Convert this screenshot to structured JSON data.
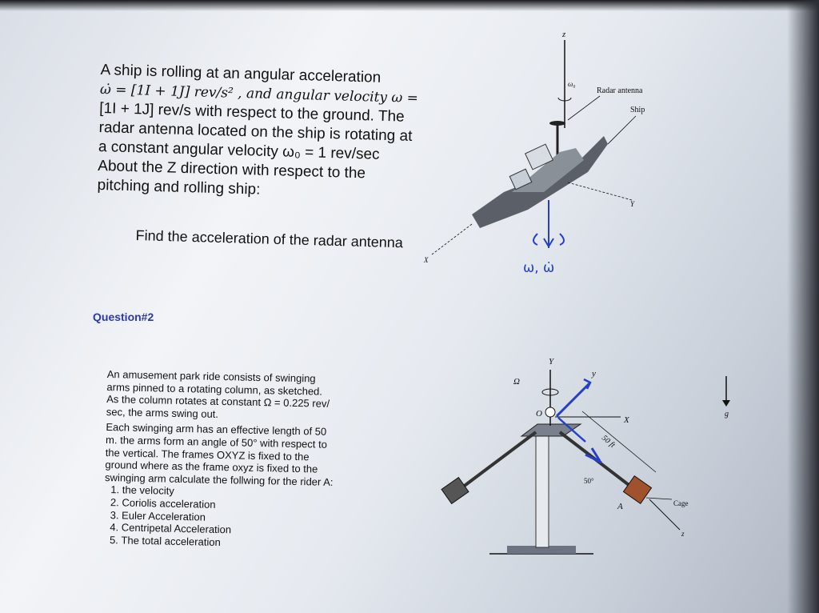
{
  "question1": {
    "lines": [
      "A ship is rolling at an angular acceleration",
      "ω̇ = [1I + 1J] rev/s² , and angular velocity ω =",
      "[1I + 1J] rev/s with respect to the ground. The",
      "radar antenna located on the ship is rotating at",
      "a constant angular velocity ω₀ = 1 rev/sec",
      "About the Z direction with respect to the",
      "pitching and rolling ship:"
    ],
    "find": "Find the acceleration of the radar antenna"
  },
  "figure1": {
    "z_label": "z",
    "y_label": "Y",
    "x_label": "X",
    "omega0_label": "ω₀",
    "radar_label": "Radar antenna",
    "ship_label": "Ship",
    "handwritten": "ω, ω̇"
  },
  "question2": {
    "heading": "Question#2",
    "lines": [
      "An amusement park ride consists of swinging",
      "arms pinned to a rotating column, as sketched.",
      "As the column rotates at constant Ω = 0.225 rev/",
      "sec, the arms swing out.",
      "Each swinging arm has an effective length of 50",
      "m. the arms form an angle of 50° with respect to",
      "the vertical. The frames OXYZ is fixed to the",
      "ground where as the frame oxyz is fixed to the",
      "swinging arm calculate the follwing for the rider A:"
    ],
    "items": [
      "the velocity",
      "Coriolis acceleration",
      "Euler Acceleration",
      "Centripetal Acceleration",
      "The total acceleration"
    ]
  },
  "figure2": {
    "Y_label": "Y",
    "y_label": "y",
    "X_label": "X",
    "O_label": "O",
    "omega_label": "Ω",
    "length_label": "50 ft",
    "angle_label": "50°",
    "A_label": "A",
    "cage_label": "Cage",
    "z_label": "z",
    "g_label": "g"
  },
  "colors": {
    "accent_blue": "#2440c8",
    "heading_blue": "#2a3aa8",
    "text": "#111111"
  }
}
